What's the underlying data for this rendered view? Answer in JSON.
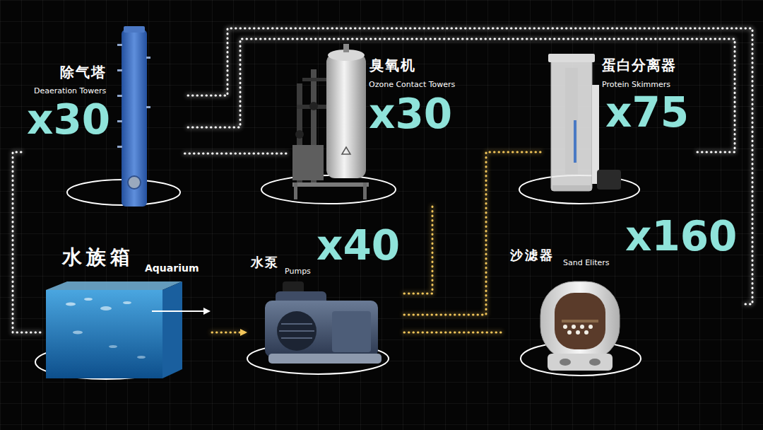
{
  "diagram": {
    "nodes": [
      {
        "text": [
          "除气塔",
          "Deaeration Towers",
          "x30"
        ]
      },
      {
        "text": [
          "臭氧机",
          "Ozone Contact Towers",
          "x30"
        ]
      },
      {
        "text": [
          "蛋白分离器",
          "Protein Skimmers",
          "x75"
        ]
      },
      {
        "text": [
          "水族箱",
          "Aquarium"
        ]
      },
      {
        "text": [
          "水泵",
          "Pumps",
          "x40"
        ]
      },
      {
        "text": [
          "沙滤器",
          "Sand Eliters",
          "x160"
        ]
      }
    ],
    "edges": [
      {
        "from": 3,
        "to": 4,
        "arrow": "to"
      },
      {
        "from": 4,
        "to": 1,
        "arrow": "none"
      },
      {
        "from": 4,
        "to": 2,
        "arrow": "none"
      },
      {
        "from": 4,
        "to": 5,
        "arrow": "none"
      },
      {
        "from": 5,
        "to": 0,
        "arrow": "none"
      },
      {
        "from": 2,
        "to": 0,
        "arrow": "none"
      },
      {
        "from": 1,
        "to": 0,
        "arrow": "none"
      },
      {
        "from": 0,
        "to": 3,
        "arrow": "none"
      }
    ]
  }
}
